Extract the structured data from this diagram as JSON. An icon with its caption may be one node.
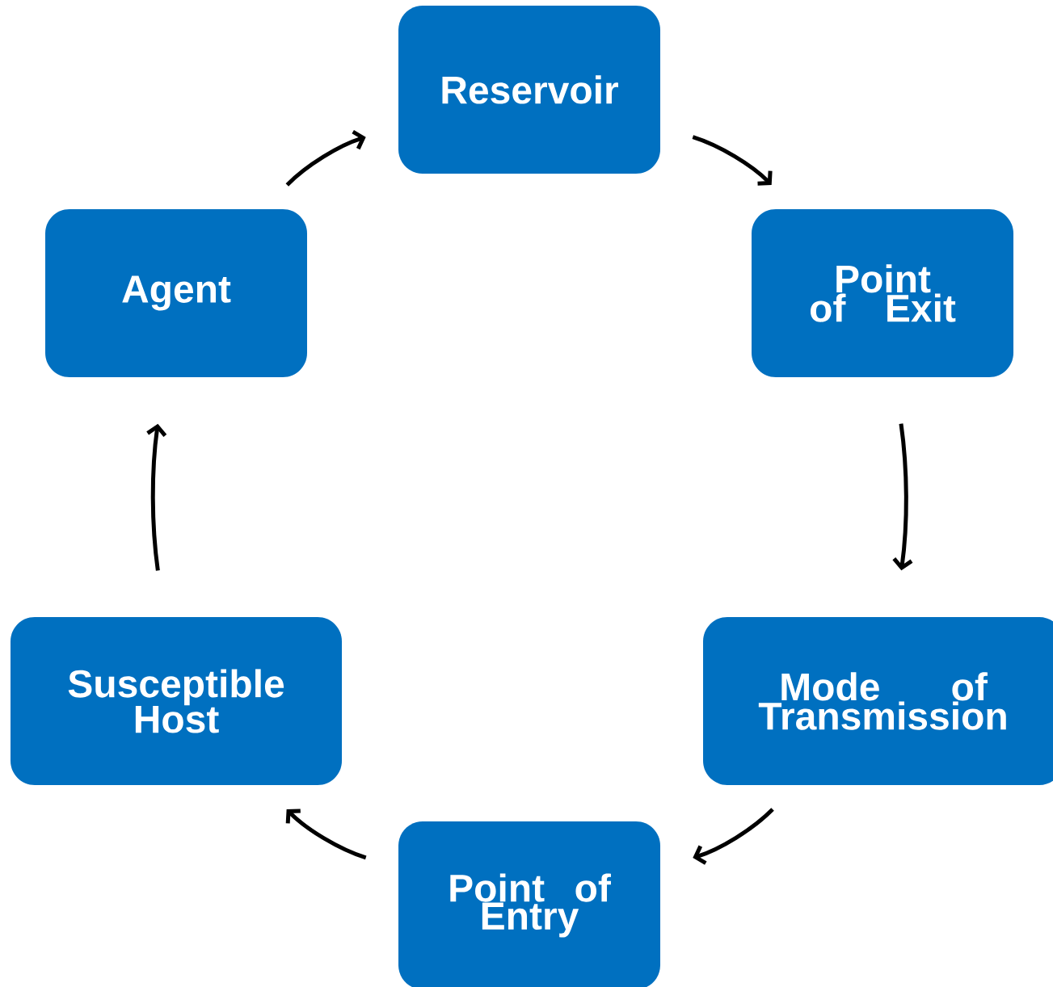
{
  "diagram": {
    "nodes": [
      {
        "text": [
          "Reservoir"
        ]
      },
      {
        "text": [
          "Point of Exit"
        ]
      },
      {
        "text": [
          "Mode of Transmission"
        ]
      },
      {
        "text": [
          "Point of Entry"
        ]
      },
      {
        "text": [
          "Susceptible Host"
        ]
      },
      {
        "text": [
          "Agent"
        ]
      }
    ],
    "edges": [
      {
        "from": 0,
        "to": 1,
        "arrow": "to"
      },
      {
        "from": 1,
        "to": 2,
        "arrow": "to"
      },
      {
        "from": 2,
        "to": 3,
        "arrow": "to"
      },
      {
        "from": 3,
        "to": 4,
        "arrow": "to"
      },
      {
        "from": 4,
        "to": 5,
        "arrow": "to"
      },
      {
        "from": 5,
        "to": 0,
        "arrow": "to"
      }
    ]
  }
}
